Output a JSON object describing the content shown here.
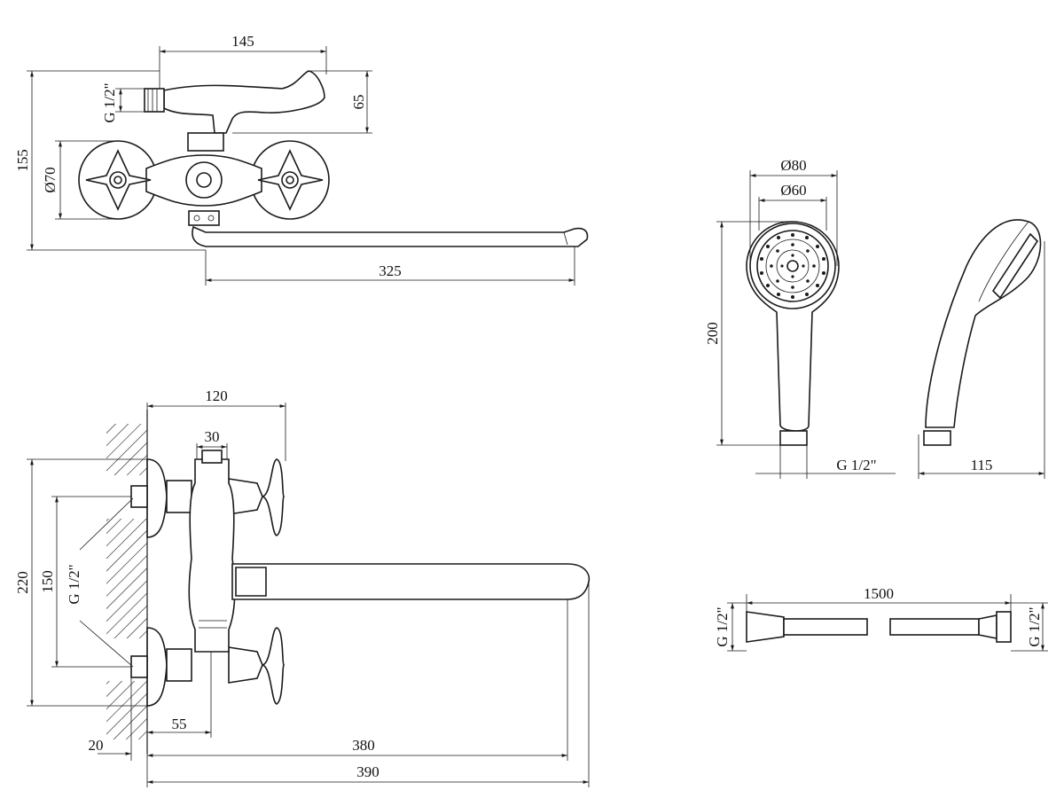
{
  "front_view": {
    "dim_width_top": "145",
    "dim_handle_height": "65",
    "dim_inlet_thread": "G 1/2\"",
    "dim_total_height": "155",
    "dim_disk_diameter": "Ø70",
    "dim_spout_length": "325"
  },
  "side_view": {
    "dim_depth": "120",
    "dim_body_width": "30",
    "dim_inlet_thread": "G 1/2\"",
    "dim_total_height": "220",
    "dim_inlet_height": "150",
    "dim_wall_offset": "20",
    "dim_valve_offset": "55",
    "dim_spout_reach": "380",
    "dim_overall_reach": "390"
  },
  "shower_head": {
    "dim_outer_diameter": "Ø80",
    "dim_inner_diameter": "Ø60",
    "dim_length": "200",
    "dim_thread": "G 1/2\"",
    "dim_side_width": "115"
  },
  "hose": {
    "dim_length": "1500",
    "dim_thread_left": "G 1/2\"",
    "dim_thread_right": "G 1/2\""
  }
}
